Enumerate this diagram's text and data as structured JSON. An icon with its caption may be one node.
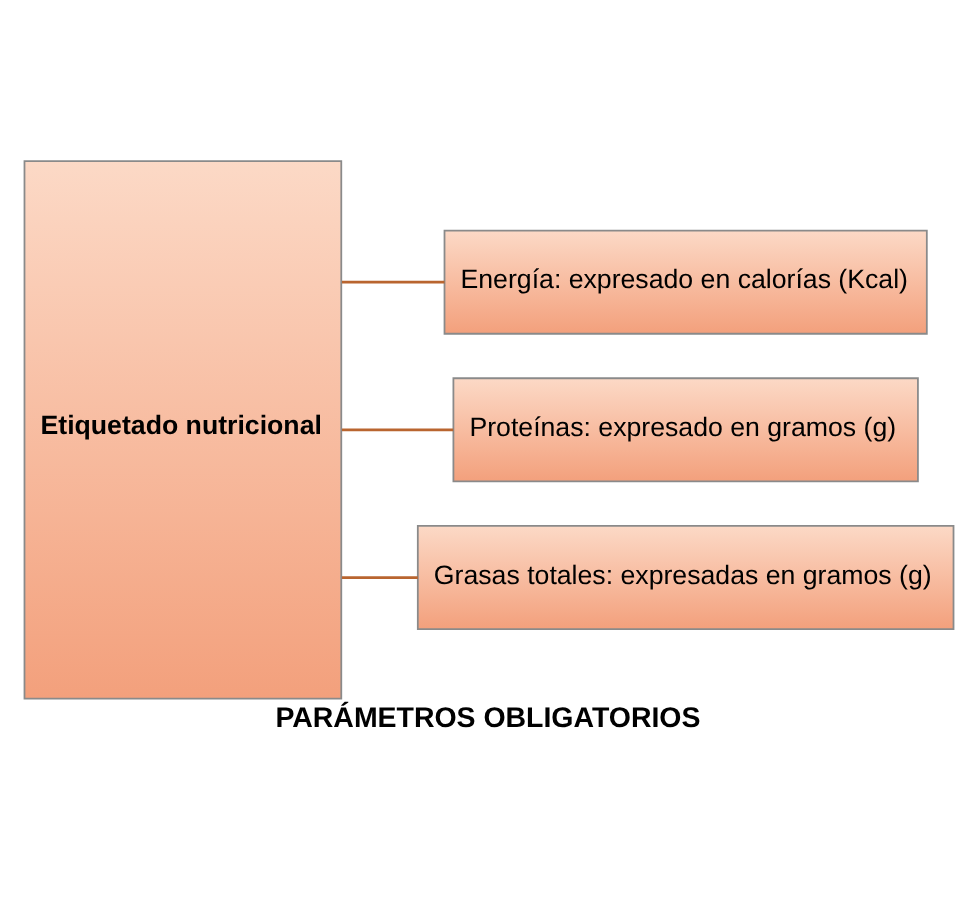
{
  "diagram": {
    "caption": "PARÁMETROS OBLIGATORIOS",
    "nodes": [
      {
        "text": [
          "Etiquetado nutricional"
        ]
      },
      {
        "text": [
          "Energía: expresado en calorías (Kcal)"
        ]
      },
      {
        "text": [
          "Proteínas: expresado en gramos (g)"
        ]
      },
      {
        "text": [
          "Grasas totales: expresadas en gramos (g)"
        ]
      }
    ],
    "edges": [
      {
        "from": 0,
        "to": 1,
        "arrow": "none"
      },
      {
        "from": 0,
        "to": 2,
        "arrow": "none"
      },
      {
        "from": 0,
        "to": 3,
        "arrow": "none"
      }
    ]
  }
}
